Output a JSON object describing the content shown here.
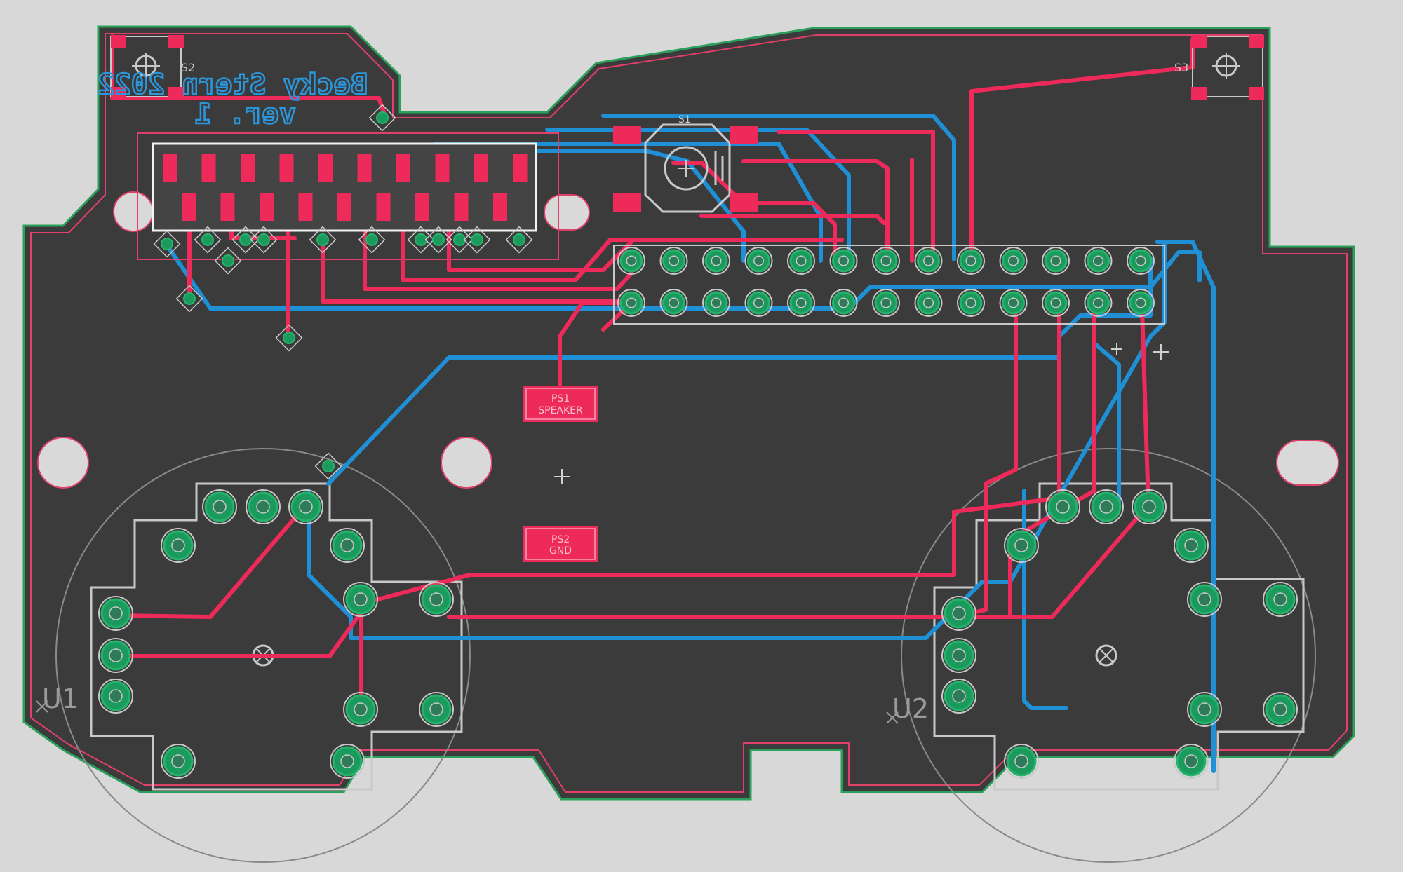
{
  "canvas": {
    "background": "#d8d8d8"
  },
  "colors": {
    "board": "#3b3b3b",
    "outline_green": "#2aa05a",
    "outline_pink": "#e0406a",
    "top_copper": "#ee2a5a",
    "bottom_copper": "#1f8fd6",
    "silk": "#c8c8c8",
    "pad_green": "#1a9a5c",
    "pad_ring": "#26b46c",
    "smd_pink": "#ee2a5a",
    "hole_fill": "#d9d9d9",
    "bottom_text": "#2a97dd"
  },
  "board": {
    "credit_line1": "Becky Stern 2022",
    "credit_line2": "ver. 1"
  },
  "labels": {
    "s1": "S1",
    "s2": "S2",
    "s3": "S3",
    "ps1_name": "PS1",
    "ps1_value": "SPEAKER",
    "ps2_name": "PS2",
    "ps2_value": "GND",
    "u1": "U1",
    "u2": "U2"
  },
  "icons": {
    "mount_hole": "crosshair-circle-icon",
    "origin_marker": "crosshair-icon"
  }
}
